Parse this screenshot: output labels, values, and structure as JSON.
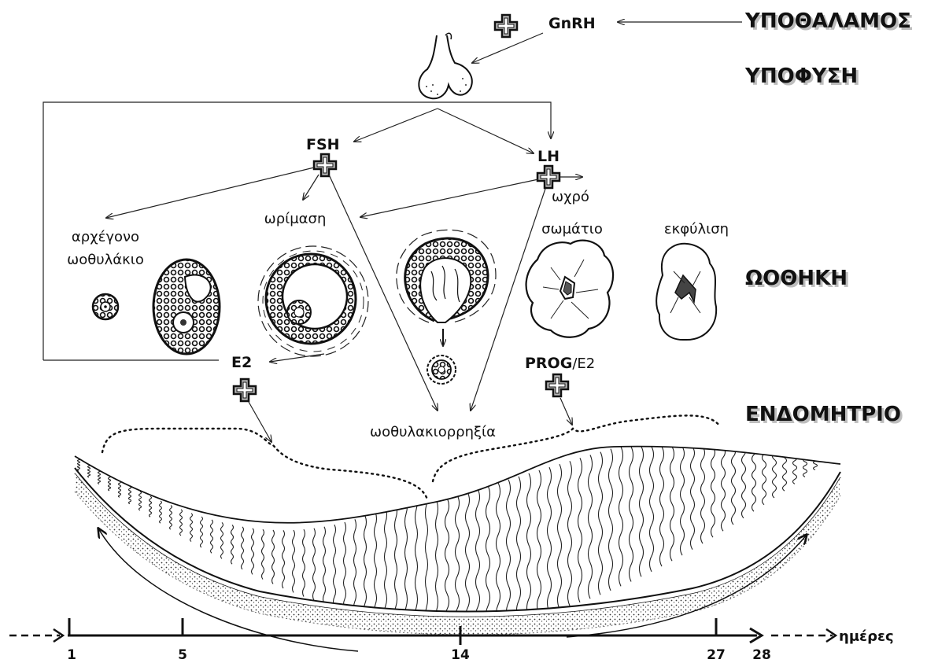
{
  "organs": {
    "hypothalamus": "ΥΠΟΘΑΛΑΜΟΣ",
    "pituitary": "ΥΠΟΦΥΣΗ",
    "ovary": "ΩΟΘΗΚΗ",
    "endometrium": "ΕΝΔΟΜΗΤΡΙΟ"
  },
  "hormones": {
    "gnrh": "GnRH",
    "fsh": "FSH",
    "lh": "LH",
    "e2": "E2",
    "prog_bold": "PROG",
    "prog_suffix": "/E2"
  },
  "follicle_stages": {
    "primordial_line1": "αρχέγονο",
    "primordial_line2": "ωοθυλάκιο",
    "maturation": "ωρίμαση",
    "corpus_luteum_line1": "ωχρό",
    "corpus_luteum_line2": "σωμάτιο",
    "degeneration": "εκφύλιση",
    "ovulation": "ωοθυλακιορρηξία"
  },
  "timeline": {
    "unit_label": "ημέρες",
    "days": [
      "1",
      "5",
      "14",
      "27",
      "28"
    ]
  }
}
